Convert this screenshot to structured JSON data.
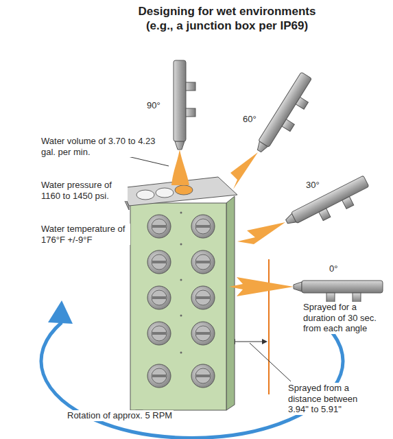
{
  "diagram": {
    "title": "Designing for wet environments (e.g., a junction box per IP69)",
    "labels": [
      "90°",
      "60°",
      "30°",
      "0°",
      "Water volume of 3.70 to 4.23 gal. per min.",
      "Water pressure of 1160 to 1450 psi.",
      "Water temperature of 176°F +/-9°F",
      "Sprayed for a duration of 30 sec. from each angle",
      "Sprayed from a distance between 3.94\" to 5.91\"",
      "Rotation of approx. 5 RPM"
    ]
  }
}
